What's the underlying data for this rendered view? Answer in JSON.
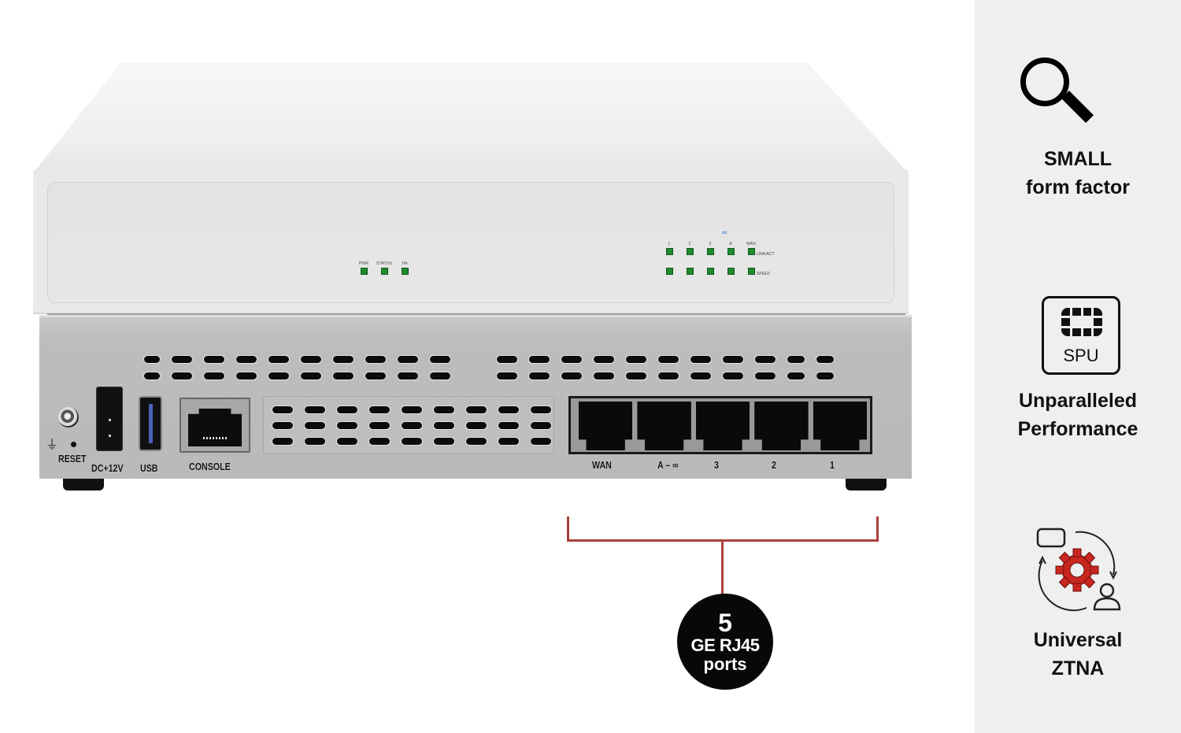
{
  "device": {
    "front_leds": {
      "system_labels": [
        "PWR",
        "STATUS",
        "HA"
      ],
      "port_labels": [
        "1",
        "2",
        "3",
        "A",
        "WAN"
      ],
      "ha_link_icon": "link-icon",
      "row_labels": [
        "LINK/ACT",
        "SPEED"
      ],
      "led_color": "#1f8a2e"
    },
    "rear_labels": {
      "reset": "RESET",
      "dc": "DC+12V",
      "usb": "USB",
      "console": "CONSOLE",
      "ports": [
        "WAN",
        "A – ∞",
        "3",
        "2",
        "1"
      ]
    }
  },
  "callout": {
    "number": "5",
    "line1": "GE RJ45",
    "line2": "ports",
    "bracket_color": "#a8413a"
  },
  "features": [
    {
      "icon": "magnifier-icon",
      "title_line1": "SMALL",
      "title_line2": "form factor"
    },
    {
      "icon": "spu-chip-icon",
      "icon_label": "SPU",
      "title_line1": "Unparalleled",
      "title_line2": "Performance"
    },
    {
      "icon": "ztna-gear-cycle-icon",
      "title_line1": "Universal",
      "title_line2": "ZTNA",
      "accent": "#c8261f"
    }
  ]
}
